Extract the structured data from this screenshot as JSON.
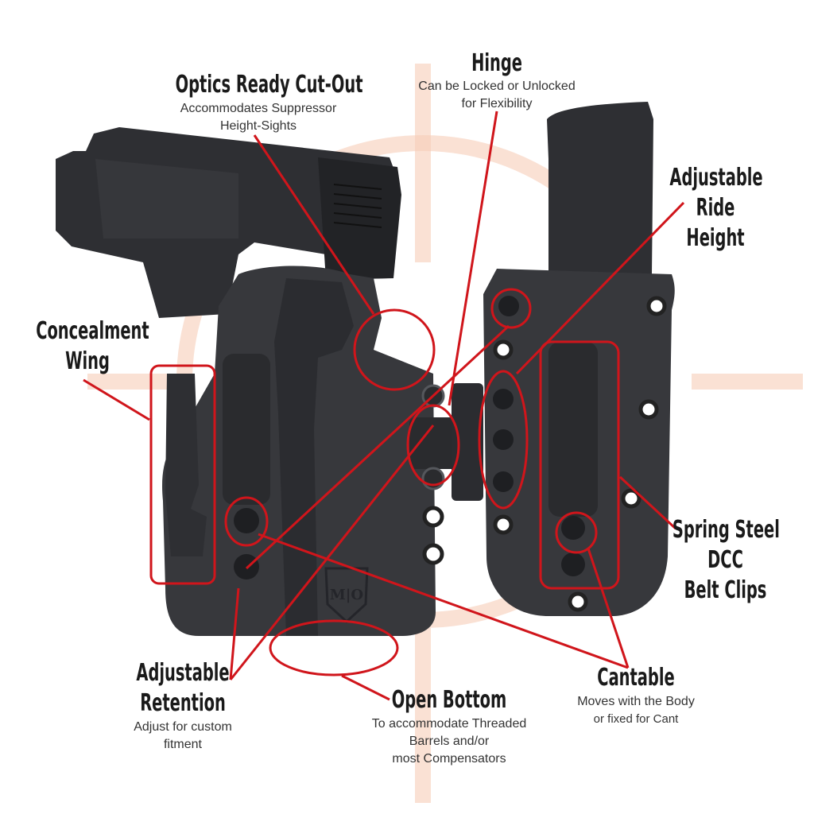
{
  "labels": {
    "optics": {
      "title": "Optics Ready Cut-Out",
      "sub1": "Accommodates Suppressor",
      "sub2": "Height-Sights"
    },
    "hinge": {
      "title": "Hinge",
      "sub1": "Can be Locked or Unlocked",
      "sub2": "for Flexibility"
    },
    "ride": {
      "line1": "Adjustable",
      "line2": "Ride",
      "line3": "Height"
    },
    "wing": {
      "line1": "Concealment",
      "line2": "Wing"
    },
    "clips": {
      "line1": "Spring Steel",
      "line2": "DCC",
      "line3": "Belt Clips"
    },
    "retention": {
      "line1": "Adjustable",
      "line2": "Retention",
      "sub1": "Adjust for custom",
      "sub2": "fitment"
    },
    "bottom": {
      "title": "Open Bottom",
      "sub1": "To accommodate Threaded",
      "sub2": "Barrels and/or",
      "sub3": "most Compensators"
    },
    "cantable": {
      "title": "Cantable",
      "sub1": "Moves with the Body",
      "sub2": "or  fixed for Cant"
    }
  },
  "colors": {
    "callout": "#d0151b",
    "holster": "#3a3b3e",
    "holster_dark": "#2a2b2e",
    "crosshair": "#f6c9b3"
  },
  "logo_text": "M|O"
}
